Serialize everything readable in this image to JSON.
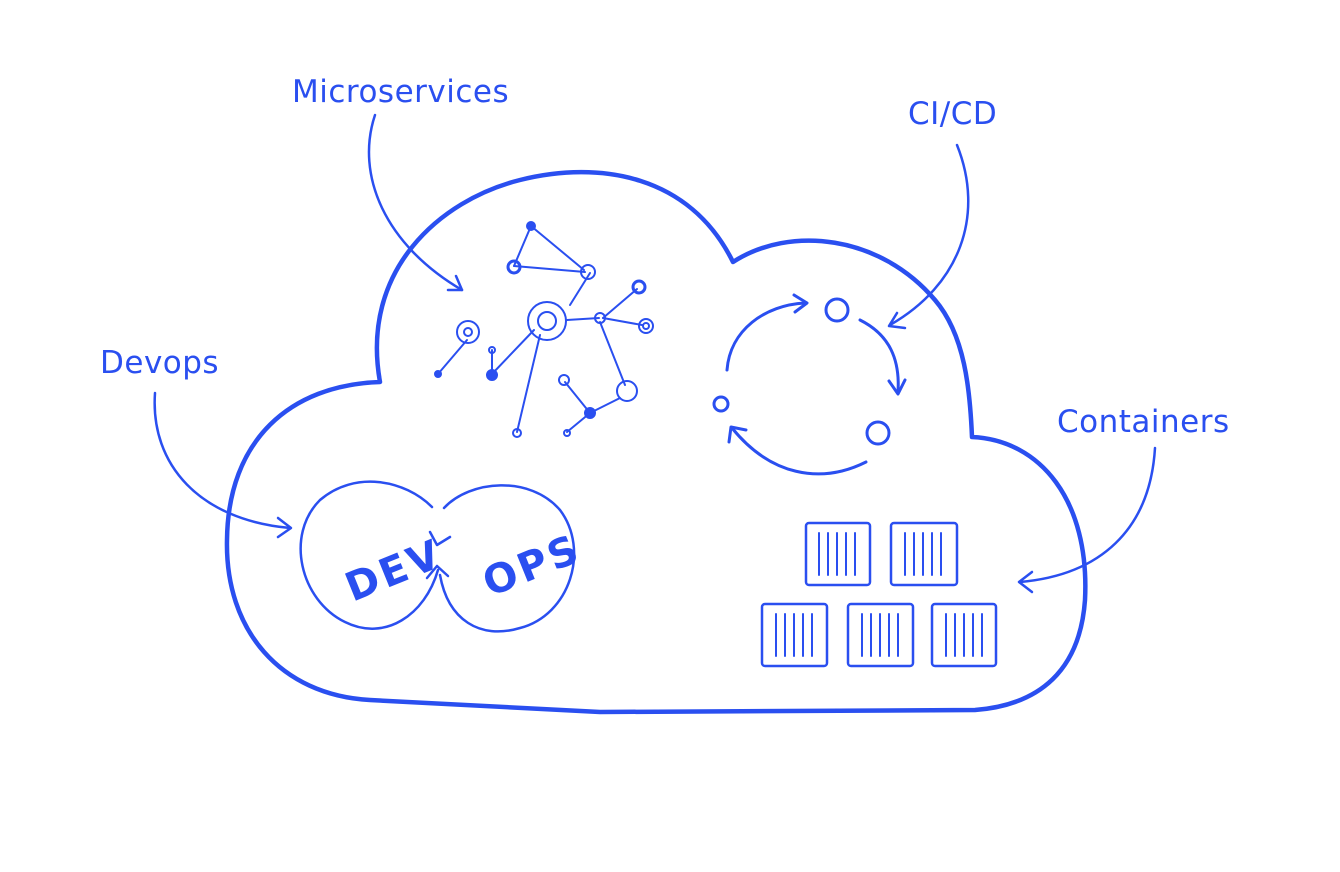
{
  "accent_color": "#2a4ff0",
  "labels": {
    "microservices": "Microservices",
    "cicd": "CI/CD",
    "devops": "Devops",
    "containers": "Containers"
  },
  "devops_cycle": {
    "dev": "DEV",
    "ops": "OPS"
  },
  "icons": [
    "cloud-outline",
    "microservices-network-icon",
    "cicd-cycle-icon",
    "devops-loop-icon",
    "container-stack-icon"
  ]
}
